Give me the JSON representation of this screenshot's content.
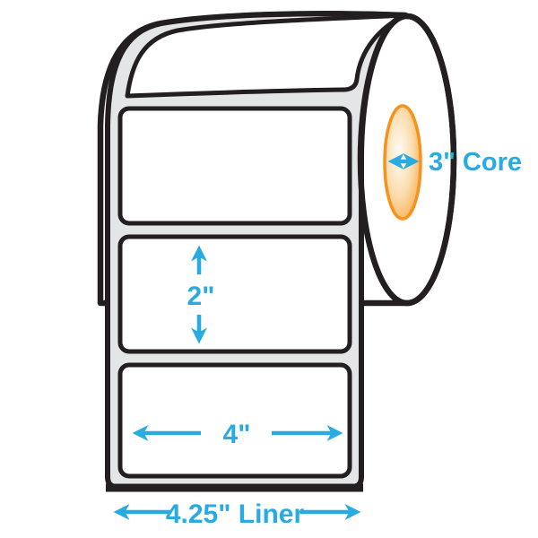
{
  "diagram": {
    "title": "label-roll-dimension-diagram",
    "annotations": {
      "label_height": {
        "text": "2\""
      },
      "label_width": {
        "text": "4\""
      },
      "liner_width": {
        "text": "4.25\" Liner"
      },
      "core": {
        "text": "3\" Core"
      }
    },
    "colors": {
      "dimension_blue": "#29ABE2",
      "core_orange": "#F6921E",
      "liner_gray": "#E4E5E6",
      "outline_black": "#231F20",
      "label_white": "#FFFFFF"
    }
  }
}
